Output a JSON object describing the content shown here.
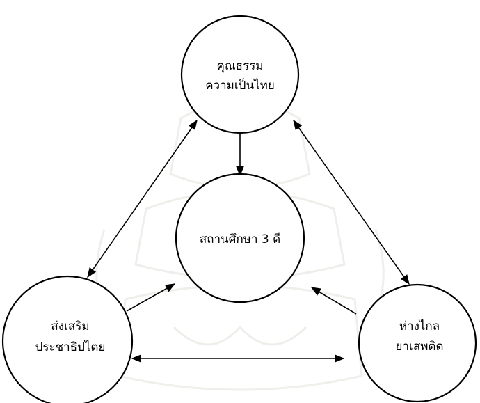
{
  "nodes": {
    "top": {
      "line1": "คุณธรรม",
      "line2": "ความเป็นไทย"
    },
    "center": {
      "line1": "สถานศึกษา 3 ดี"
    },
    "left": {
      "line1": "ส่งเสริม",
      "line2": "ประชาธิปไตย"
    },
    "right": {
      "line1": "ห่างไกล",
      "line2": "ยาเสพติด"
    }
  },
  "edges": [
    {
      "from": "top",
      "to": "center",
      "direction": "to-center"
    },
    {
      "from": "top",
      "to": "left",
      "direction": "both"
    },
    {
      "from": "top",
      "to": "right",
      "direction": "both"
    },
    {
      "from": "left",
      "to": "right",
      "direction": "both"
    },
    {
      "from": "left",
      "to": "center",
      "direction": "to-center"
    },
    {
      "from": "right",
      "to": "center",
      "direction": "to-center"
    }
  ],
  "colors": {
    "stroke": "#000000",
    "background": "#ffffff",
    "watermark": "#8a7a5a"
  }
}
